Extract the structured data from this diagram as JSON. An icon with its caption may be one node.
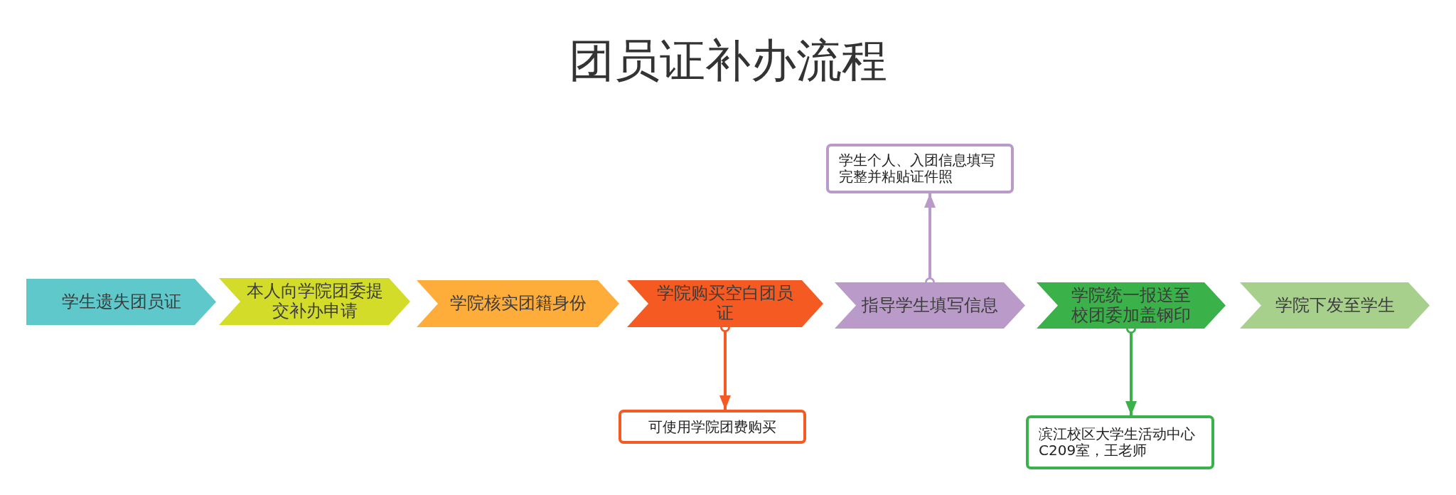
{
  "diagram": {
    "title": "团员证补办流程",
    "nodes": [
      {
        "text": [
          "学生遗失团员证"
        ]
      },
      {
        "text": [
          "本人向学院团委提交补办申请"
        ]
      },
      {
        "text": [
          "学院核实团籍身份"
        ]
      },
      {
        "text": [
          "学院购买空白团员证"
        ]
      },
      {
        "text": [
          "指导学生填写信息"
        ]
      },
      {
        "text": [
          "学院统一报送至校团委加盖钢印"
        ]
      },
      {
        "text": [
          "学院下发至学生"
        ]
      },
      {
        "text": [
          "学生个人、入团信息填写完整并粘贴证件照"
        ]
      },
      {
        "text": [
          "可使用学院团费购买"
        ]
      },
      {
        "text": [
          "滨江校区大学生活动中心C209室，王老师"
        ]
      }
    ],
    "edges": [
      {
        "from": 3,
        "to": 8,
        "arrow": "to",
        "color": "#f55a22"
      },
      {
        "from": 4,
        "to": 7,
        "arrow": "to",
        "color": "#b99ac9"
      },
      {
        "from": 5,
        "to": 9,
        "arrow": "to",
        "color": "#3bb14a"
      }
    ]
  }
}
